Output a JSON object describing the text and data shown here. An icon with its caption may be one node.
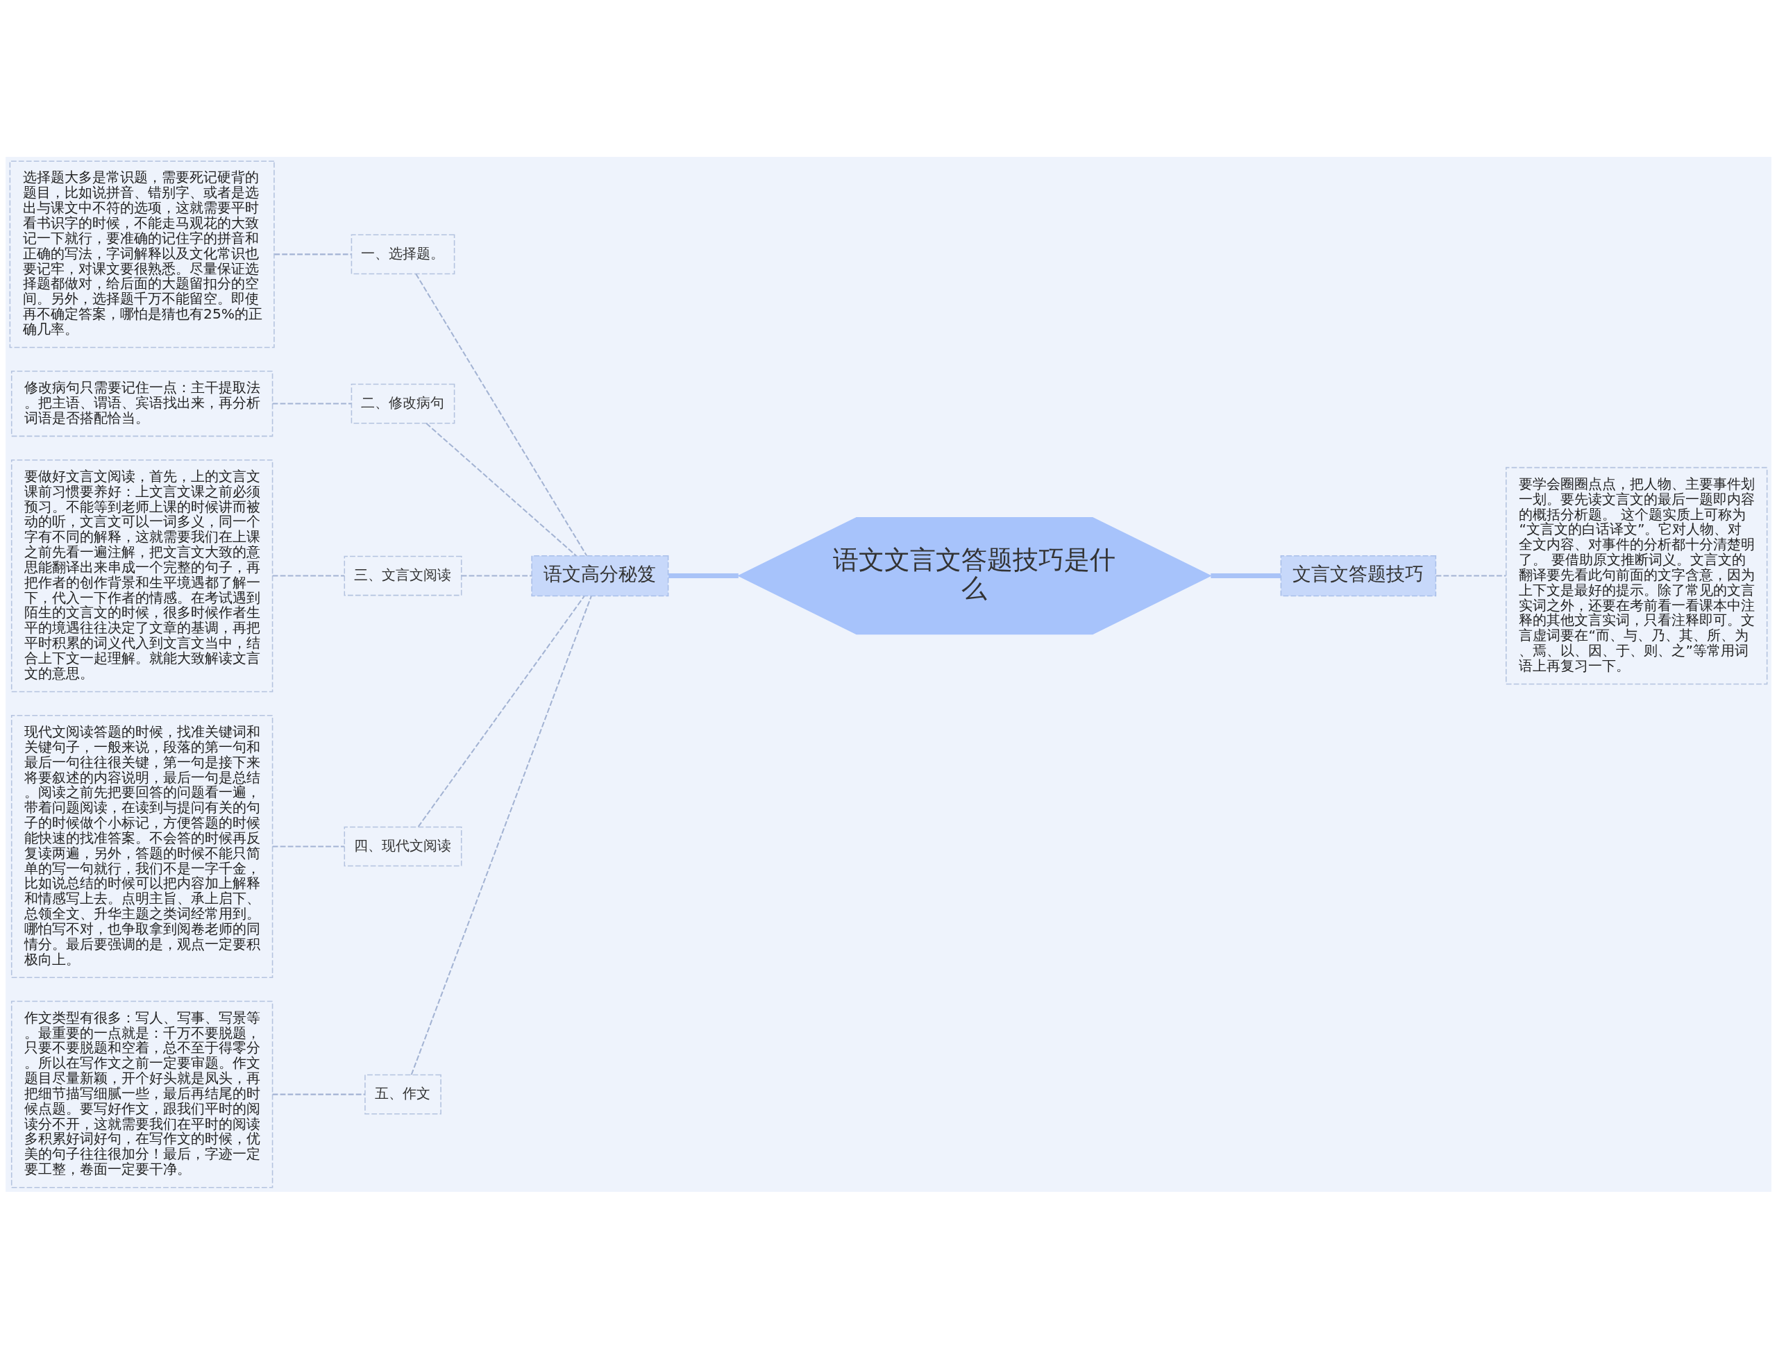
{
  "diagram": {
    "nodes": [
      {
        "text": [
          "语文文言文答题技巧是什么"
        ]
      },
      {
        "text": [
          "语文高分秘笈"
        ]
      },
      {
        "text": [
          "一、选择题。"
        ]
      },
      {
        "text": [
          "选择题大多是常识题，需要死记硬背的题目，比如说拼音、错别字、或者是选出与课文中不符的选项，这就需要平时看书识字的时候，不能走马观花的大致记一下就行，要准确的记住字的拼音和正确的写法，字词解释以及文化常识也要记牢，对课文要很熟悉。尽量保证选择题都做对，给后面的大题留扣分的空间。另外，选择题千万不能留空。即使再不确定答案，哪怕是猜也有25%的正确几率。"
        ]
      },
      {
        "text": [
          "二、修改病句"
        ]
      },
      {
        "text": [
          "修改病句只需要记住一点：主干提取法。把主语、谓语、宾语找出来，再分析词语是否搭配恰当。"
        ]
      },
      {
        "text": [
          "三、文言文阅读"
        ]
      },
      {
        "text": [
          "要做好文言文阅读，首先，上的文言文课前习惯要养好：上文言文课之前必须预习。不能等到老师上课的时候讲而被动的听，文言文可以一词多义，同一个字有不同的解释，这就需要我们在上课之前先看一遍注解，把文言文大致的意思能翻译出来串成一个完整的句子，再把作者的创作背景和生平境遇都了解一下，代入一下作者的情感。在考试遇到陌生的文言文的时候，很多时候作者生平的境遇往往决定了文章的基调，再把平时积累的词义代入到文言文当中，结合上下文一起理解。就能大致解读文言文的意思。"
        ]
      },
      {
        "text": [
          "四、现代文阅读"
        ]
      },
      {
        "text": [
          "现代文阅读答题的时候，找准关键词和关键句子，一般来说，段落的第一句和最后一句往往很关键，第一句是接下来将要叙述的内容说明，最后一句是总结。阅读之前先把要回答的问题看一遍，带着问题阅读，在读到与提问有关的句子的时候做个小标记，方便答题的时候能快速的找准答案。不会答的时候再反复读两遍，另外，答题的时候不能只简单的写一句就行，我们不是一字千金，比如说总结的时候可以把内容加上解释和情感写上去。点明主旨、承上启下、总领全文、升华主题之类词经常用到。哪怕写不对，也争取拿到阅卷老师的同情分。最后要强调的是，观点一定要积极向上。"
        ]
      },
      {
        "text": [
          "五、作文"
        ]
      },
      {
        "text": [
          "作文类型有很多：写人、写事、写景等。最重要的一点就是：千万不要脱题，只要不要脱题和空着，总不至于得零分。所以在写作文之前一定要审题。作文题目尽量新颖，开个好头就是凤头，再把细节描写细腻一些，最后再结尾的时候点题。要写好作文，跟我们平时的阅读分不开，这就需要我们在平时的阅读多积累好词好句，在写作文的时候，优美的句子往往很加分！最后，字迹一定要工整，卷面一定要干净。"
        ]
      },
      {
        "text": [
          "文言文答题技巧"
        ]
      },
      {
        "text": [
          "要学会圈圈点点，把人物、主要事件划一划。要先读文言文的最后一题即内容的概括分析题。 这个题实质上可称为“文言文的白话译文”。它对人物、对全文内容、对事件的分析都十分清楚明了。 要借助原文推断词义。文言文的翻译要先看此句前面的文字含意，因为上下文是最好的提示。除了常见的文言实词之外，还要在考前看一看课本中注释的其他文言实词，只看注释即可。文言虚词要在“而、与、乃、其、所、为、焉、以、因、于、则、之”等常用词语上再复习一下。"
        ]
      }
    ],
    "edges": [
      {
        "from": 3,
        "to": 2,
        "arrow": "none",
        "style": "dashed"
      },
      {
        "from": 5,
        "to": 4,
        "arrow": "none",
        "style": "dashed"
      },
      {
        "from": 7,
        "to": 6,
        "arrow": "none",
        "style": "dashed"
      },
      {
        "from": 9,
        "to": 8,
        "arrow": "none",
        "style": "dashed"
      },
      {
        "from": 11,
        "to": 10,
        "arrow": "none",
        "style": "dashed"
      },
      {
        "from": 2,
        "to": 1,
        "arrow": "none",
        "style": "dashed"
      },
      {
        "from": 4,
        "to": 1,
        "arrow": "none",
        "style": "dashed"
      },
      {
        "from": 6,
        "to": 1,
        "arrow": "none",
        "style": "dashed"
      },
      {
        "from": 8,
        "to": 1,
        "arrow": "none",
        "style": "dashed"
      },
      {
        "from": 10,
        "to": 1,
        "arrow": "none",
        "style": "dashed"
      },
      {
        "from": 1,
        "to": 0,
        "arrow": "none",
        "style": "thick",
        "color": "#a9c3f7"
      },
      {
        "from": 0,
        "to": 12,
        "arrow": "none",
        "style": "thick",
        "color": "#a9c3f7"
      },
      {
        "from": 12,
        "to": 13,
        "arrow": "none",
        "style": "dashed"
      }
    ]
  }
}
